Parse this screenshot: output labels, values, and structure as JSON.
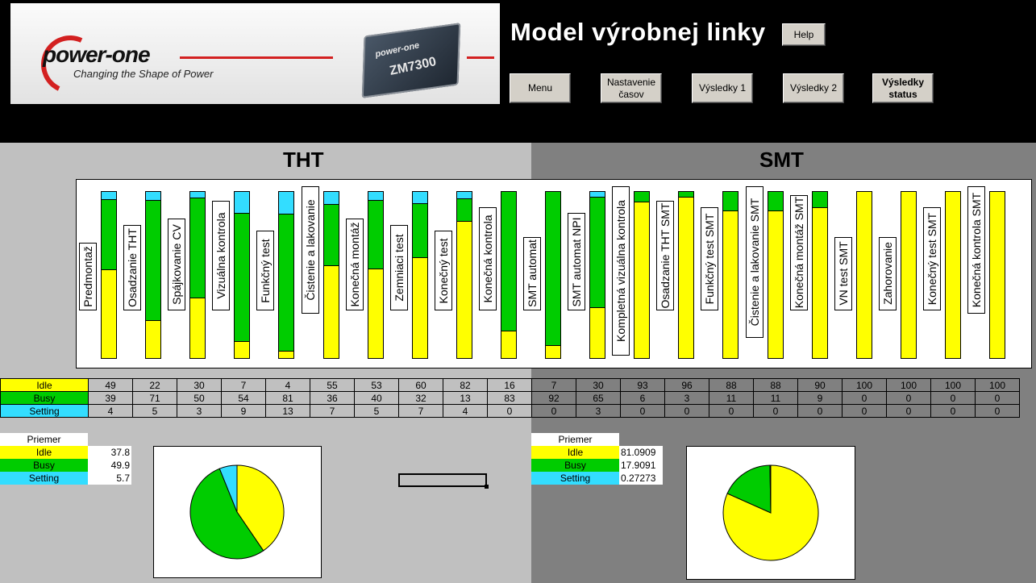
{
  "app": {
    "title": "Model výrobnej linky",
    "help_label": "Help"
  },
  "logo": {
    "brand": "power-one",
    "tagline": "Changing the Shape of Power",
    "chip_brand": "power-one",
    "chip_model": "ZM7300"
  },
  "nav": {
    "buttons": [
      {
        "line1": "Menu",
        "line2": ""
      },
      {
        "line1": "Nastavenie",
        "line2": "časov"
      },
      {
        "line1": "Výsledky 1",
        "line2": ""
      },
      {
        "line1": "Výsledky 2",
        "line2": ""
      },
      {
        "line1": "Výsledky",
        "line2": "status"
      }
    ]
  },
  "sections": {
    "tht": "THT",
    "smt": "SMT"
  },
  "colors": {
    "idle": "#ffff00",
    "busy": "#00cc00",
    "setting": "#33ddff"
  },
  "rows": {
    "idle": "Idle",
    "busy": "Busy",
    "setting": "Setting"
  },
  "stations": [
    {
      "name": "Predmontaž",
      "idle": 49,
      "busy": 39,
      "setting": 4,
      "group": "tht"
    },
    {
      "name": "Osadzanie THT",
      "idle": 22,
      "busy": 71,
      "setting": 5,
      "group": "tht"
    },
    {
      "name": "Spájkovanie CV",
      "idle": 30,
      "busy": 50,
      "setting": 3,
      "group": "tht"
    },
    {
      "name": "Vizuálna kontrola",
      "idle": 7,
      "busy": 54,
      "setting": 9,
      "group": "tht"
    },
    {
      "name": "Funkčný test",
      "idle": 4,
      "busy": 81,
      "setting": 13,
      "group": "tht"
    },
    {
      "name": "Čistenie a lakovanie",
      "idle": 55,
      "busy": 36,
      "setting": 7,
      "group": "tht"
    },
    {
      "name": "Konečná montáž",
      "idle": 53,
      "busy": 40,
      "setting": 5,
      "group": "tht"
    },
    {
      "name": "Zemniaci test",
      "idle": 60,
      "busy": 32,
      "setting": 7,
      "group": "tht"
    },
    {
      "name": "Konečný test",
      "idle": 82,
      "busy": 13,
      "setting": 4,
      "group": "tht"
    },
    {
      "name": "Konečná kontrola",
      "idle": 16,
      "busy": 83,
      "setting": 0,
      "group": "tht"
    },
    {
      "name": "SMT automat",
      "idle": 7,
      "busy": 92,
      "setting": 0,
      "group": "smt"
    },
    {
      "name": "SMT automat NPI",
      "idle": 30,
      "busy": 65,
      "setting": 3,
      "group": "smt"
    },
    {
      "name": "Kompletná vizuálna kontrola",
      "idle": 93,
      "busy": 6,
      "setting": 0,
      "group": "smt"
    },
    {
      "name": "Osadzanie THT SMT",
      "idle": 96,
      "busy": 3,
      "setting": 0,
      "group": "smt"
    },
    {
      "name": "Funkčný test SMT",
      "idle": 88,
      "busy": 11,
      "setting": 0,
      "group": "smt"
    },
    {
      "name": "Čistenie a lakovanie SMT",
      "idle": 88,
      "busy": 11,
      "setting": 0,
      "group": "smt"
    },
    {
      "name": "Konečná montáž SMT",
      "idle": 90,
      "busy": 9,
      "setting": 0,
      "group": "smt"
    },
    {
      "name": "VN test SMT",
      "idle": 100,
      "busy": 0,
      "setting": 0,
      "group": "smt"
    },
    {
      "name": "Zahorovanie",
      "idle": 100,
      "busy": 0,
      "setting": 0,
      "group": "smt"
    },
    {
      "name": "Konečný test SMT",
      "idle": 100,
      "busy": 0,
      "setting": 0,
      "group": "smt"
    },
    {
      "name": "Konečná kontrola SMT",
      "idle": 100,
      "busy": 0,
      "setting": 0,
      "group": "smt"
    }
  ],
  "averages": {
    "tht": {
      "header": "Priemer",
      "idle": "37.8",
      "busy": "49.9",
      "setting": "5.7"
    },
    "smt": {
      "header": "Priemer",
      "idle": "81.0909",
      "busy": "17.9091",
      "setting": "0.27273"
    }
  },
  "chart_data": [
    {
      "type": "bar",
      "stacked": true,
      "categories": [
        "Predmontaž",
        "Osadzanie THT",
        "Spájkovanie CV",
        "Vizuálna kontrola",
        "Funkčný test",
        "Čistenie a lakovanie",
        "Konečná montáž",
        "Zemniaci test",
        "Konečný test",
        "Konečná kontrola",
        "SMT automat",
        "SMT automat NPI",
        "Kompletná vizuálna kontrola",
        "Osadzanie THT SMT",
        "Funkčný test SMT",
        "Čistenie a lakovanie SMT",
        "Konečná montáž SMT",
        "VN test SMT",
        "Zahorovanie",
        "Konečný test SMT",
        "Konečná kontrola SMT"
      ],
      "series": [
        {
          "values": [
            49,
            22,
            30,
            7,
            4,
            55,
            53,
            60,
            82,
            16,
            7,
            30,
            93,
            96,
            88,
            88,
            90,
            100,
            100,
            100,
            100
          ]
        },
        {
          "values": [
            39,
            71,
            50,
            54,
            81,
            36,
            40,
            32,
            13,
            83,
            92,
            65,
            6,
            3,
            11,
            11,
            9,
            0,
            0,
            0,
            0
          ]
        },
        {
          "values": [
            4,
            5,
            3,
            9,
            13,
            7,
            5,
            7,
            4,
            0,
            0,
            3,
            0,
            0,
            0,
            0,
            0,
            0,
            0,
            0,
            0
          ]
        }
      ],
      "ylim": [
        0,
        100
      ]
    },
    {
      "type": "pie",
      "labels": [],
      "values": [
        37.8,
        49.9,
        5.7
      ]
    },
    {
      "type": "pie",
      "labels": [],
      "values": [
        81.0909,
        17.9091,
        0.27273
      ]
    }
  ]
}
